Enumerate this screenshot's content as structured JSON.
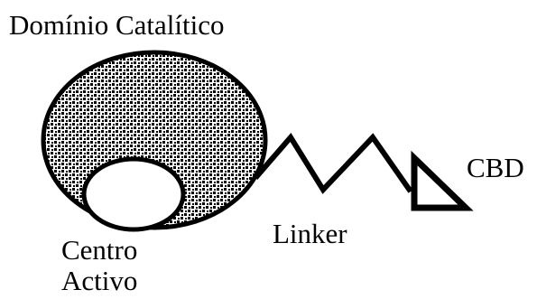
{
  "labels": {
    "catalytic_domain": "Domínio Catalítico",
    "active_center_line1": "Centro",
    "active_center_line2": "Activo",
    "linker": "Linker",
    "cbd": "CBD"
  },
  "colors": {
    "ink": "#000000",
    "background": "#ffffff"
  }
}
